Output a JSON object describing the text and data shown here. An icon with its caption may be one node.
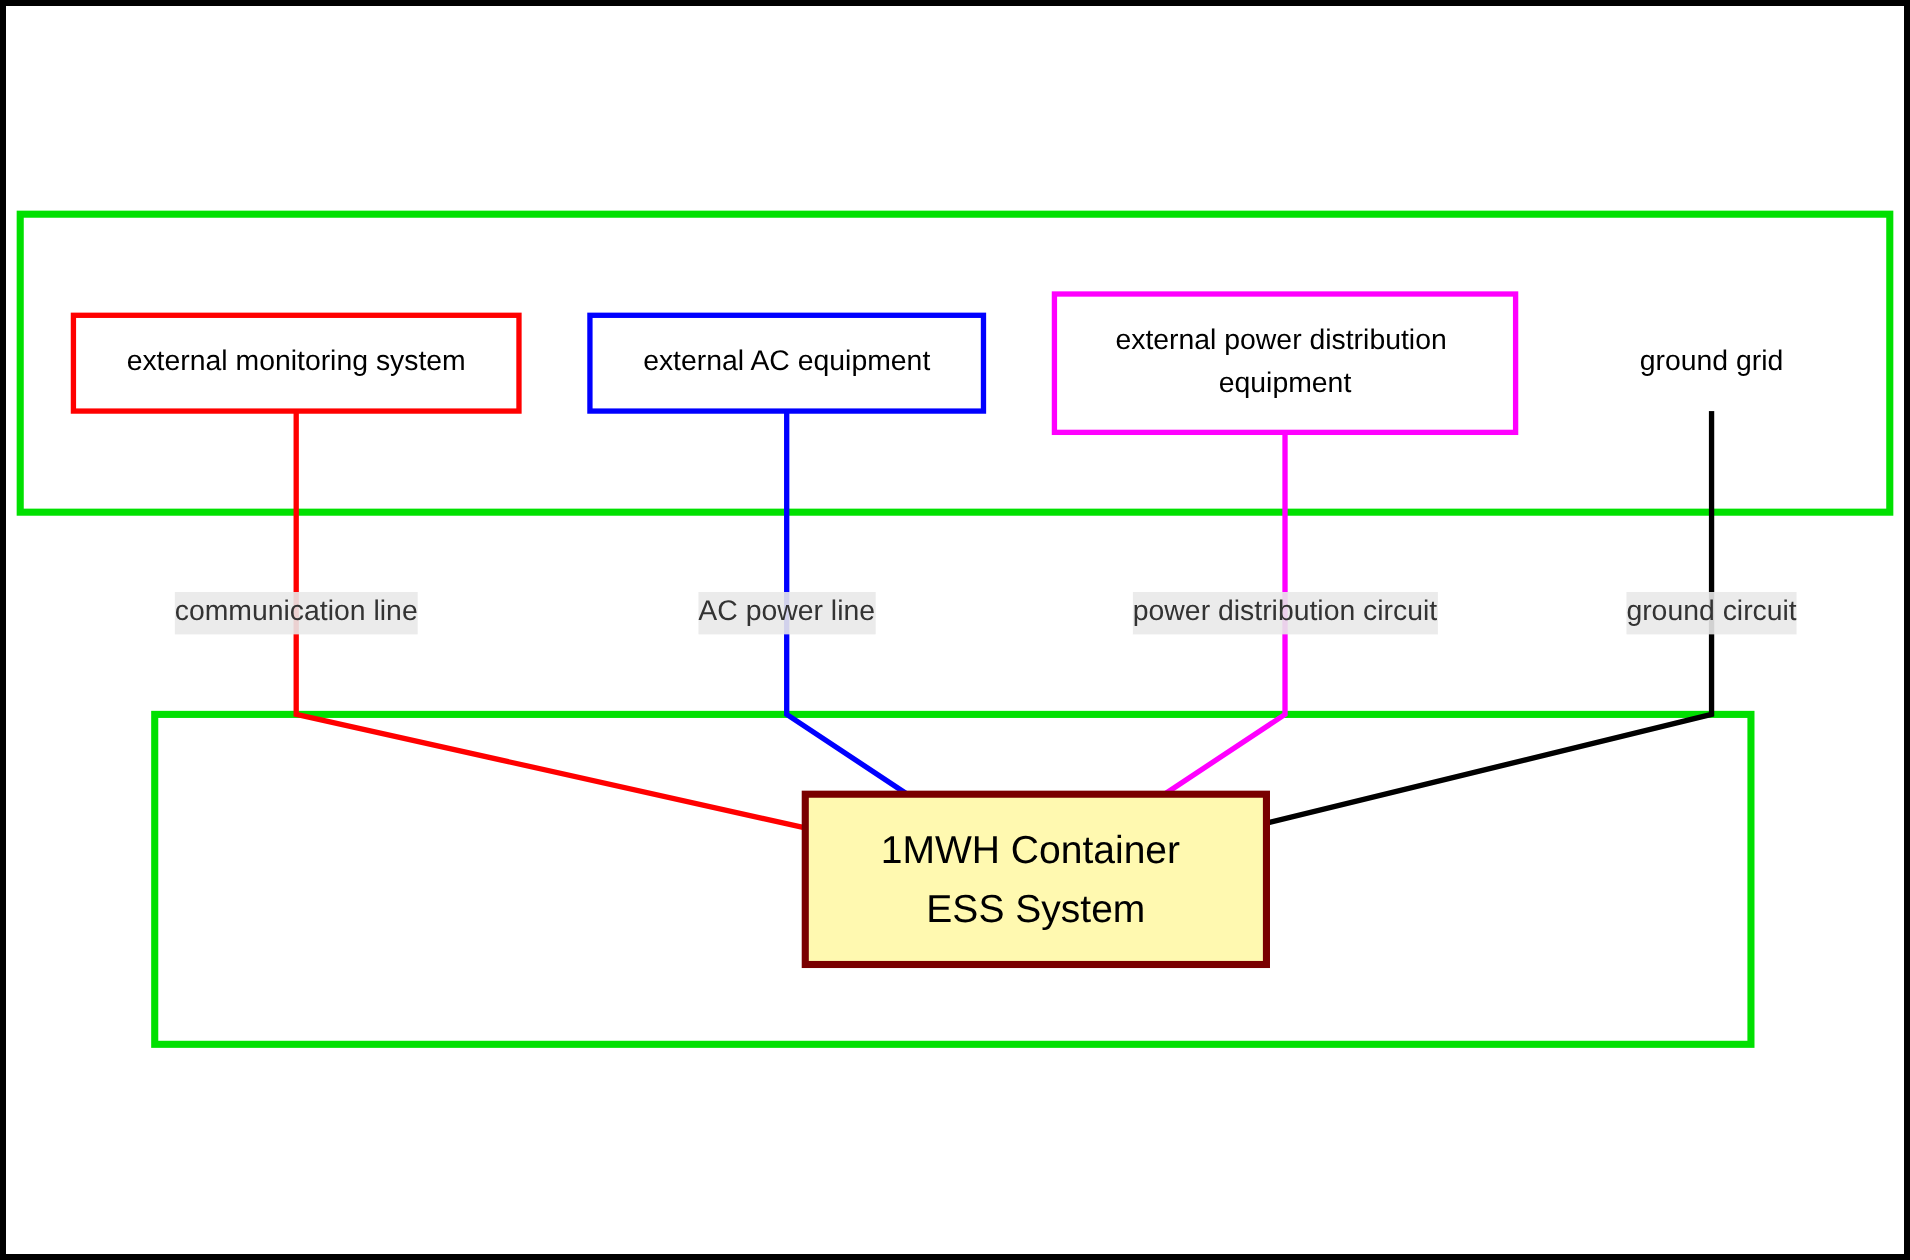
{
  "diagram": {
    "nodes": [
      {
        "text": [],
        "shape": "box"
      },
      {
        "text": [
          "external monitoring system"
        ],
        "in": 0
      },
      {
        "text": [
          "external AC equipment"
        ],
        "in": 0
      },
      {
        "text": [
          "external power distribution equipment"
        ],
        "in": 0
      },
      {
        "text": [
          "ground grid"
        ],
        "in": 0
      },
      {
        "text": [],
        "shape": "box"
      },
      {
        "text": [
          "1MWH Container ESS System"
        ],
        "in": 5
      }
    ],
    "edges": [
      {
        "from": 1,
        "to": 6,
        "arrow": "none",
        "label": "communication line",
        "color": "#ff0000"
      },
      {
        "from": 2,
        "to": 6,
        "arrow": "none",
        "label": "AC power line",
        "color": "#0000ff"
      },
      {
        "from": 3,
        "to": 6,
        "arrow": "none",
        "label": "power distribution circuit",
        "color": "#ff00ff"
      },
      {
        "from": 4,
        "to": 6,
        "arrow": "none",
        "label": "ground circuit",
        "color": "#000000"
      }
    ]
  }
}
